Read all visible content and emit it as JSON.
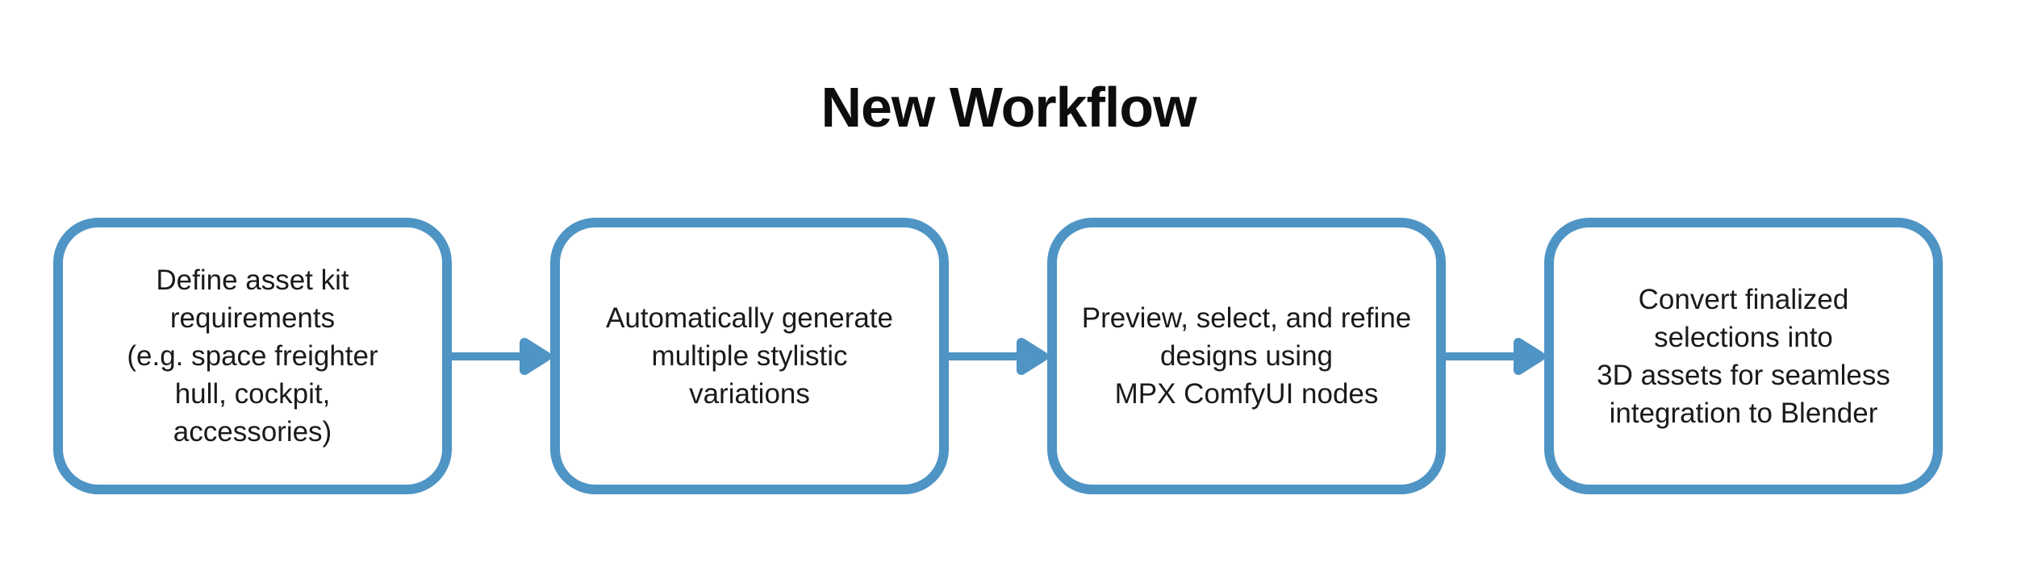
{
  "title": "New Workflow",
  "colors": {
    "accent": "#4E94C4",
    "text": "#1A1A1A",
    "background": "#FFFFFF"
  },
  "diagram": {
    "type": "flowchart",
    "direction": "left-to-right",
    "connector_icon": "arrow-right-icon",
    "boxes": [
      {
        "step": 1,
        "text": "Define asset kit\nrequirements\n(e.g. space freighter\nhull, cockpit,\naccessories)"
      },
      {
        "step": 2,
        "text": "Automatically generate\nmultiple stylistic\nvariations"
      },
      {
        "step": 3,
        "text": "Preview, select, and refine\ndesigns using\nMPX ComfyUI nodes"
      },
      {
        "step": 4,
        "text": "Convert finalized\nselections into\n3D assets for seamless\nintegration to Blender"
      }
    ]
  }
}
